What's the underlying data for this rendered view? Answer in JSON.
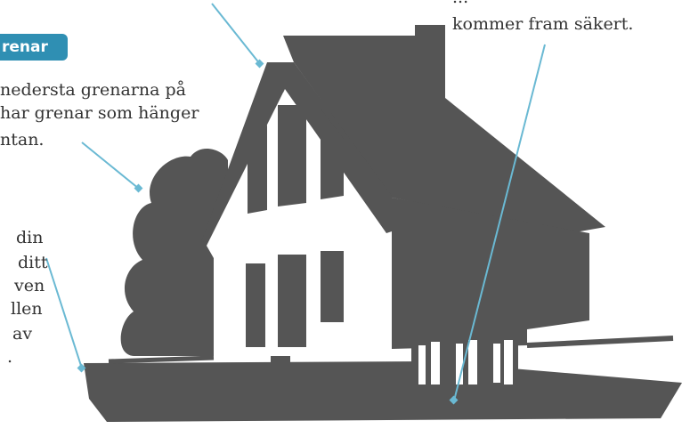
{
  "callout_branches": {
    "badge": "renar",
    "line1": "nedersta grenarna på",
    "line2": "har grenar som hänger",
    "line3": "ntan."
  },
  "callout_top_right": {
    "line1": "...",
    "line2": "kommer fram säkert."
  },
  "callout_left": {
    "line1": "din",
    "line2": "ditt",
    "line3": "ven",
    "line4": "llen",
    "line5": "av",
    "line6": "."
  },
  "colors": {
    "house": "#555555",
    "accent": "#2f8fb3",
    "leader": "#6ab9d3"
  }
}
